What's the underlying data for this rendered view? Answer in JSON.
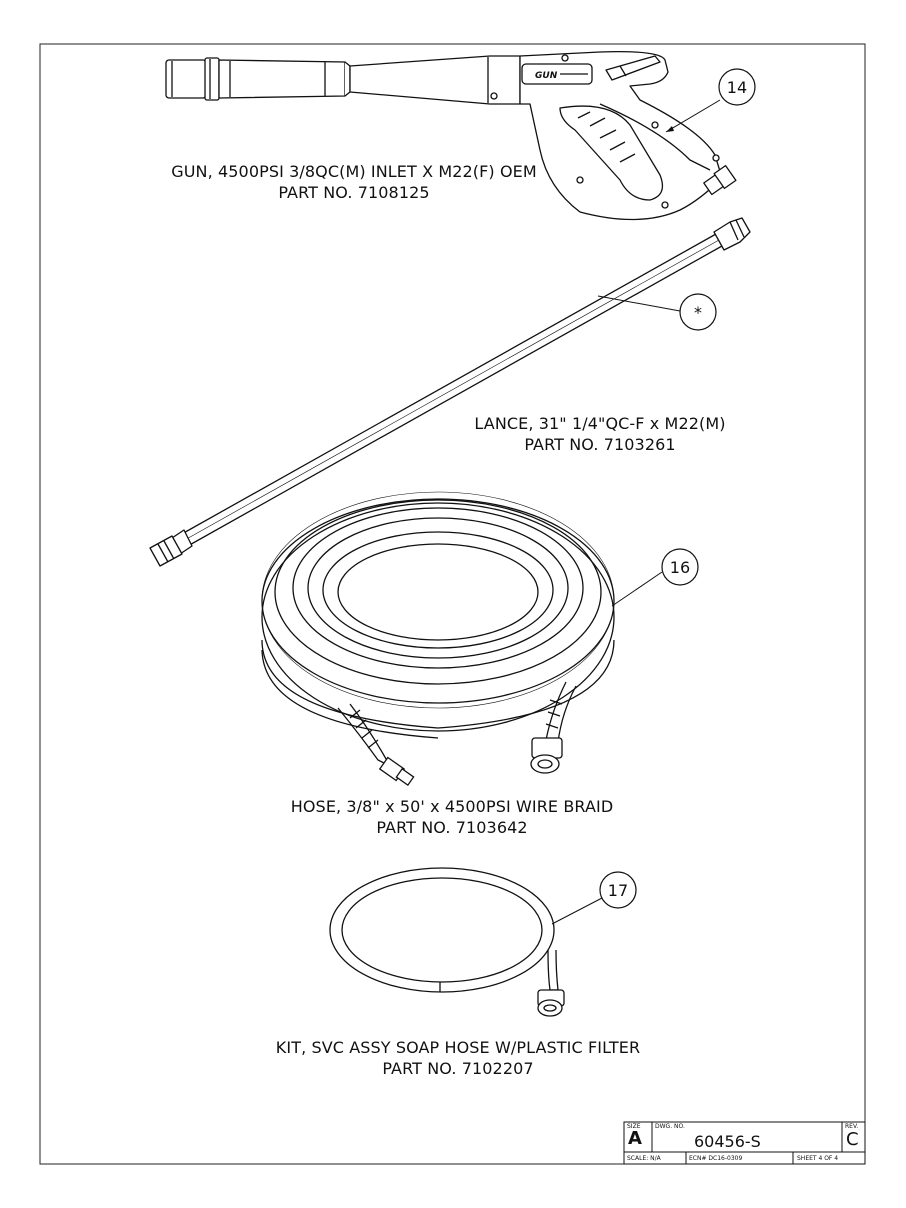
{
  "callouts": {
    "gun": "14",
    "lance": "*",
    "hose": "16",
    "soap_hose": "17"
  },
  "parts": {
    "gun": {
      "desc": "GUN, 4500PSI 3/8QC(M) INLET X M22(F) OEM",
      "part_no": "PART NO. 7108125"
    },
    "lance": {
      "desc": "LANCE, 31\" 1/4\"QC-F x M22(M)",
      "part_no": "PART NO. 7103261"
    },
    "hose": {
      "desc": "HOSE, 3/8\" x 50' x 4500PSI WIRE BRAID",
      "part_no": "PART NO. 7103642"
    },
    "soap_hose": {
      "desc": "KIT, SVC ASSY SOAP HOSE W/PLASTIC FILTER",
      "part_no": "PART NO. 7102207"
    }
  },
  "title_block": {
    "size_label": "SIZE",
    "size": "A",
    "dwg_no_label": "DWG. NO.",
    "dwg_no": "60456-S",
    "rev_label": "REV.",
    "rev": "C",
    "scale": "SCALE:   N/A",
    "ecn": "ECN#  DC16-0309",
    "sheet": "SHEET 4 OF 4"
  }
}
